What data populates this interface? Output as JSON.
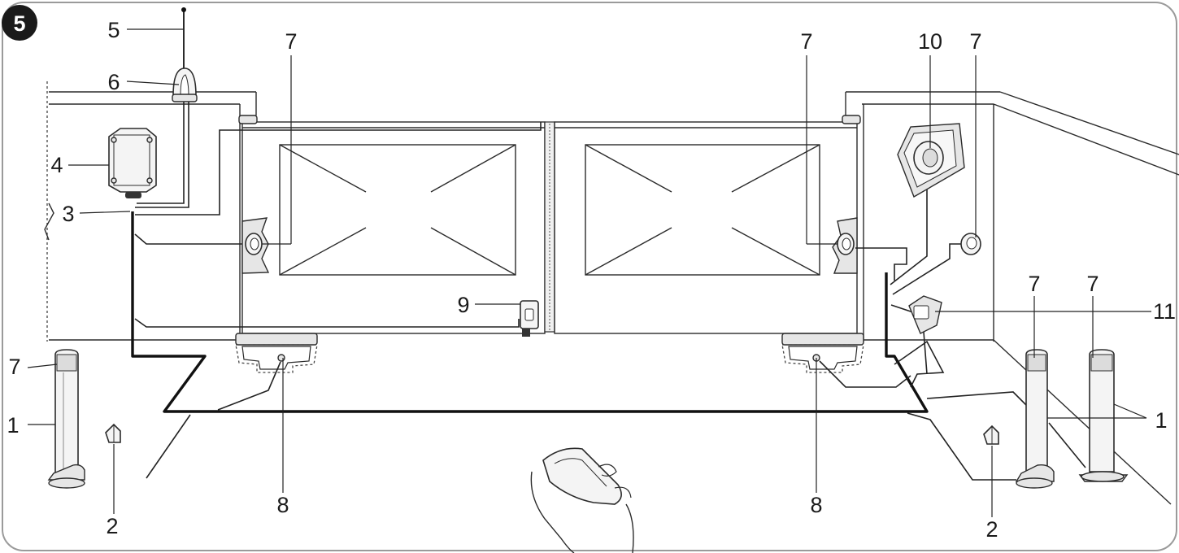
{
  "figure": {
    "number": "5"
  },
  "callouts": {
    "c1_left": "1",
    "c1_right": "1",
    "c2_left": "2",
    "c2_right": "2",
    "c3": "3",
    "c4": "4",
    "c5": "5",
    "c6": "6",
    "c7_left_post": "7",
    "c7_left_pillar": "7",
    "c7_right_pillar": "7",
    "c7_far_right": "7",
    "c7_post_a": "7",
    "c7_post_b": "7",
    "c8_left": "8",
    "c8_right": "8",
    "c9": "9",
    "c10": "10",
    "c11": "11"
  }
}
